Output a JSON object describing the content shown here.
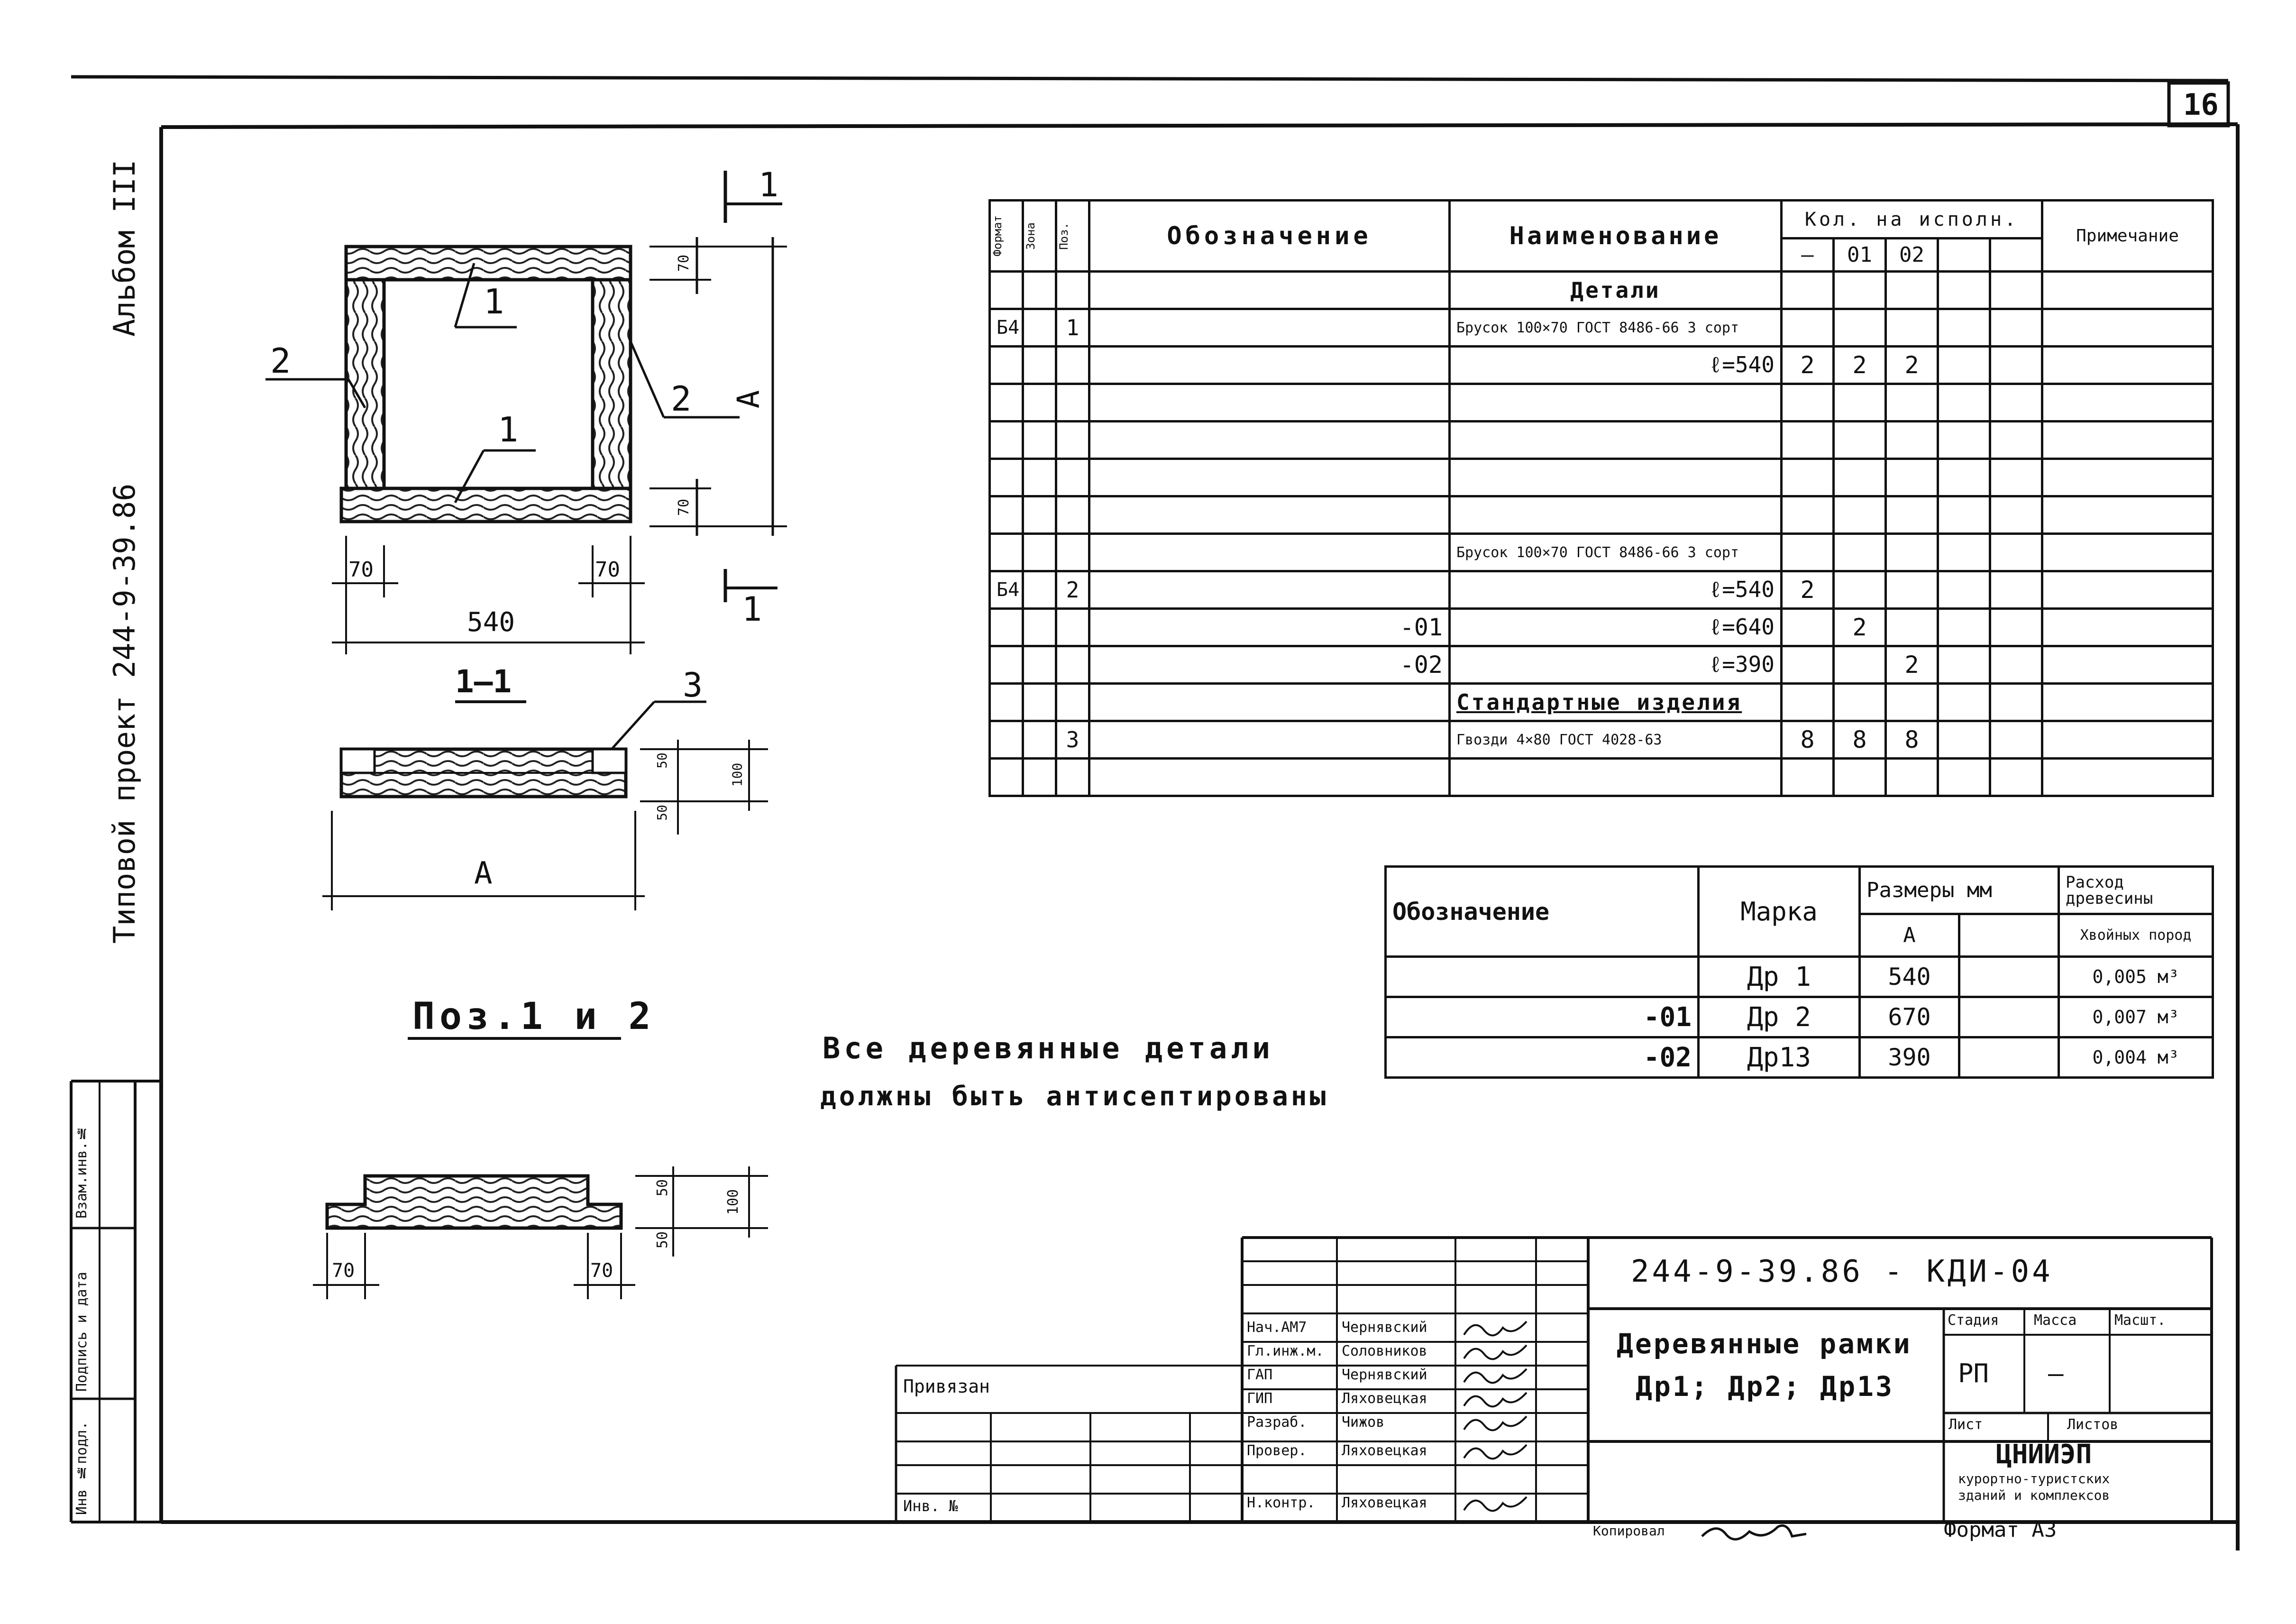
{
  "sheet_number": "16",
  "margin": {
    "album": "Альбом III",
    "project": "Типовой проект 244-9-39.86",
    "inv_orig": "Инв №подл.",
    "sign_date": "Подпись и дата",
    "vzam_inv": "Взам.инв.№"
  },
  "drawing": {
    "section_mark": "1",
    "label_1_top": "1",
    "label_1_bottom": "1",
    "label_2_left": "2",
    "label_2_right": "2",
    "label_3": "3",
    "dim_A": "A",
    "dim_A_section": "A",
    "dim_70_top": "70",
    "dim_70_bottom": "70",
    "dim_70_left": "70",
    "dim_70_right": "70",
    "dim_540": "540",
    "section_title": "1—1",
    "dim_50_a": "50",
    "dim_50_b": "50",
    "dim_100_section": "100",
    "pos_title": "Поз.1 и 2",
    "dim_50_c": "50",
    "dim_50_d": "50",
    "dim_100_pos": "100",
    "dim_70_pos_left": "70",
    "dim_70_pos_right": "70"
  },
  "note": [
    "Все деревянные детали",
    "должны быть антисептированы"
  ],
  "spec": {
    "headers": {
      "format": "Формат",
      "zone": "Зона",
      "pos": "Поз.",
      "designation": "Обозначение",
      "name": "Наименование",
      "qty": "Кол. на исполн.",
      "q0": "–",
      "q1": "01",
      "q2": "02",
      "note": "Примечание"
    },
    "rows": [
      {
        "f": "",
        "p": "",
        "d": "",
        "n": "Детали",
        "a": "",
        "b": "",
        "c": ""
      },
      {
        "f": "Б4",
        "p": "1",
        "d": "",
        "n": "Брусок 100×70 ГОСТ 8486-66 3 сорт",
        "a": "",
        "b": "",
        "c": ""
      },
      {
        "f": "",
        "p": "",
        "d": "",
        "n": "ℓ=540",
        "a": "2",
        "b": "2",
        "c": "2"
      },
      {
        "f": "",
        "p": "",
        "d": "",
        "n": "",
        "a": "",
        "b": "",
        "c": ""
      },
      {
        "f": "",
        "p": "",
        "d": "",
        "n": "",
        "a": "",
        "b": "",
        "c": ""
      },
      {
        "f": "",
        "p": "",
        "d": "",
        "n": "",
        "a": "",
        "b": "",
        "c": ""
      },
      {
        "f": "",
        "p": "",
        "d": "",
        "n": "",
        "a": "",
        "b": "",
        "c": ""
      },
      {
        "f": "",
        "p": "",
        "d": "",
        "n": "Брусок 100×70 ГОСТ 8486-66 3 сорт",
        "a": "",
        "b": "",
        "c": ""
      },
      {
        "f": "Б4",
        "p": "2",
        "d": "",
        "n": "ℓ=540",
        "a": "2",
        "b": "",
        "c": ""
      },
      {
        "f": "",
        "p": "",
        "d": "-01",
        "n": "ℓ=640",
        "a": "",
        "b": "2",
        "c": ""
      },
      {
        "f": "",
        "p": "",
        "d": "-02",
        "n": "ℓ=390",
        "a": "",
        "b": "",
        "c": "2"
      },
      {
        "f": "",
        "p": "",
        "d": "",
        "n": "Стандартные изделия",
        "a": "",
        "b": "",
        "c": ""
      },
      {
        "f": "",
        "p": "3",
        "d": "",
        "n": "Гвозди 4×80 ГОСТ 4028-63",
        "a": "8",
        "b": "8",
        "c": "8"
      },
      {
        "f": "",
        "p": "",
        "d": "",
        "n": "",
        "a": "",
        "b": "",
        "c": ""
      }
    ]
  },
  "marks": {
    "headers": {
      "designation": "Обозначение",
      "mark": "Марка",
      "sizes": "Размеры мм",
      "size_a": "A",
      "wood": "Расход древесины",
      "wood_sub": "Хвойных пород"
    },
    "rows": [
      {
        "d": "",
        "m": "Др 1",
        "a": "540",
        "w": "0,005 м³"
      },
      {
        "d": "-01",
        "m": "Др 2",
        "a": "670",
        "w": "0,007 м³"
      },
      {
        "d": "-02",
        "m": "Др13",
        "a": "390",
        "w": "0,004 м³"
      }
    ]
  },
  "title_block": {
    "code": "244-9-39.86 - КДИ-04",
    "title_line1": "Деревянные рамки",
    "title_line2": "Др1; Др2; Др13",
    "stage_label": "Стадия",
    "mass_label": "Масса",
    "scale_label": "Масшт.",
    "stage": "РП",
    "mass": "—",
    "sheet_label": "Лист",
    "sheets_label": "Листов",
    "org1": "ЦНИИЭП",
    "org2": "курортно-туристских",
    "org3": "зданий и комплексов",
    "privyazan": "Привязан",
    "inv_no": "Инв. №",
    "copied": "Копировал",
    "format": "Формат А3",
    "staff": [
      {
        "role": "Нач.АМ7",
        "name": "Чернявский"
      },
      {
        "role": "Гл.инж.м.",
        "name": "Соловников"
      },
      {
        "role": "ГАП",
        "name": "Чернявский"
      },
      {
        "role": "ГИП",
        "name": "Ляховецкая"
      },
      {
        "role": "Разраб.",
        "name": "Чижов"
      },
      {
        "role": "Провер.",
        "name": "Ляховецкая"
      },
      {
        "role": "Н.контр.",
        "name": "Ляховецкая"
      }
    ]
  }
}
